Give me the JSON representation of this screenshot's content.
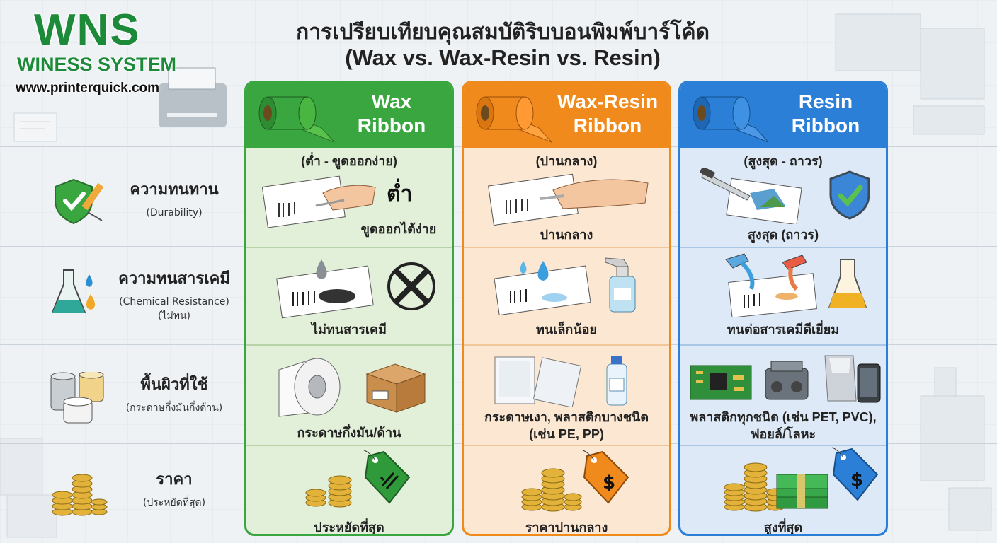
{
  "brand": {
    "logo_text": "WNS",
    "system_name": "WINESS SYSTEM",
    "url": "www.printerquick.com"
  },
  "title": {
    "line1": "การเปรียบเทียบคุณสมบัติริบบอนพิมพ์บาร์โค้ด",
    "line2": "(Wax vs. Wax-Resin vs. Resin)"
  },
  "features": [
    {
      "name": "ความทนทาน",
      "sub": "(Durability)",
      "icon": "shield-check-icon"
    },
    {
      "name": "ความทนสารเคมี",
      "sub": "(Chemical Resistance)",
      "sub2": "(ไม่ทน)",
      "icon": "chemical-flask-icon"
    },
    {
      "name": "พื้นผิวที่ใช้",
      "sub": "(กระดาษกึ่งมันกึ่งด้าน)",
      "icon": "label-rolls-icon"
    },
    {
      "name": "ราคา",
      "sub": "(ประหยัดที่สุด)",
      "icon": "coin-stack-icon"
    }
  ],
  "columns": [
    {
      "id": "wax",
      "title_line1": "Wax",
      "title_line2": "Ribbon",
      "accent": "#3aa640",
      "bg": "#e2efd9",
      "border": "#3aa640",
      "durability_level": "(ต่ำ - ขูดออกง่าย)",
      "durability_big": "ต่ำ",
      "durability_caption": "ขูดออกได้ง่าย",
      "chemical_caption": "ไม่ทนสารเคมี",
      "surface_caption": "กระดาษกึ่งมัน/ด้าน",
      "price_caption": "ประหยัดที่สุด"
    },
    {
      "id": "wax-resin",
      "title_line1": "Wax-Resin",
      "title_line2": "Ribbon",
      "accent": "#f08a1c",
      "bg": "#fbe7d2",
      "border": "#f08a1c",
      "durability_level": "(ปานกลาง)",
      "durability_caption": "ปานกลาง",
      "chemical_caption": "ทนเล็กน้อย",
      "surface_caption_1": "กระดาษเงา, พลาสติกบางชนิด",
      "surface_caption_2": "(เช่น PE, PP)",
      "price_caption": "ราคาปานกลาง"
    },
    {
      "id": "resin",
      "title_line1": "Resin",
      "title_line2": "Ribbon",
      "accent": "#2b7fd6",
      "bg": "#dde9f6",
      "border": "#2b7fd6",
      "durability_level": "(สูงสุด - ถาวร)",
      "durability_caption": "สูงสุด (ถาวร)",
      "chemical_caption": "ทนต่อสารเคมีดีเยี่ยม",
      "surface_caption_1": "พลาสติกทุกชนิด (เช่น PET, PVC),",
      "surface_caption_2": "ฟอยล์/โลหะ",
      "price_caption": "สูงที่สุด"
    }
  ]
}
